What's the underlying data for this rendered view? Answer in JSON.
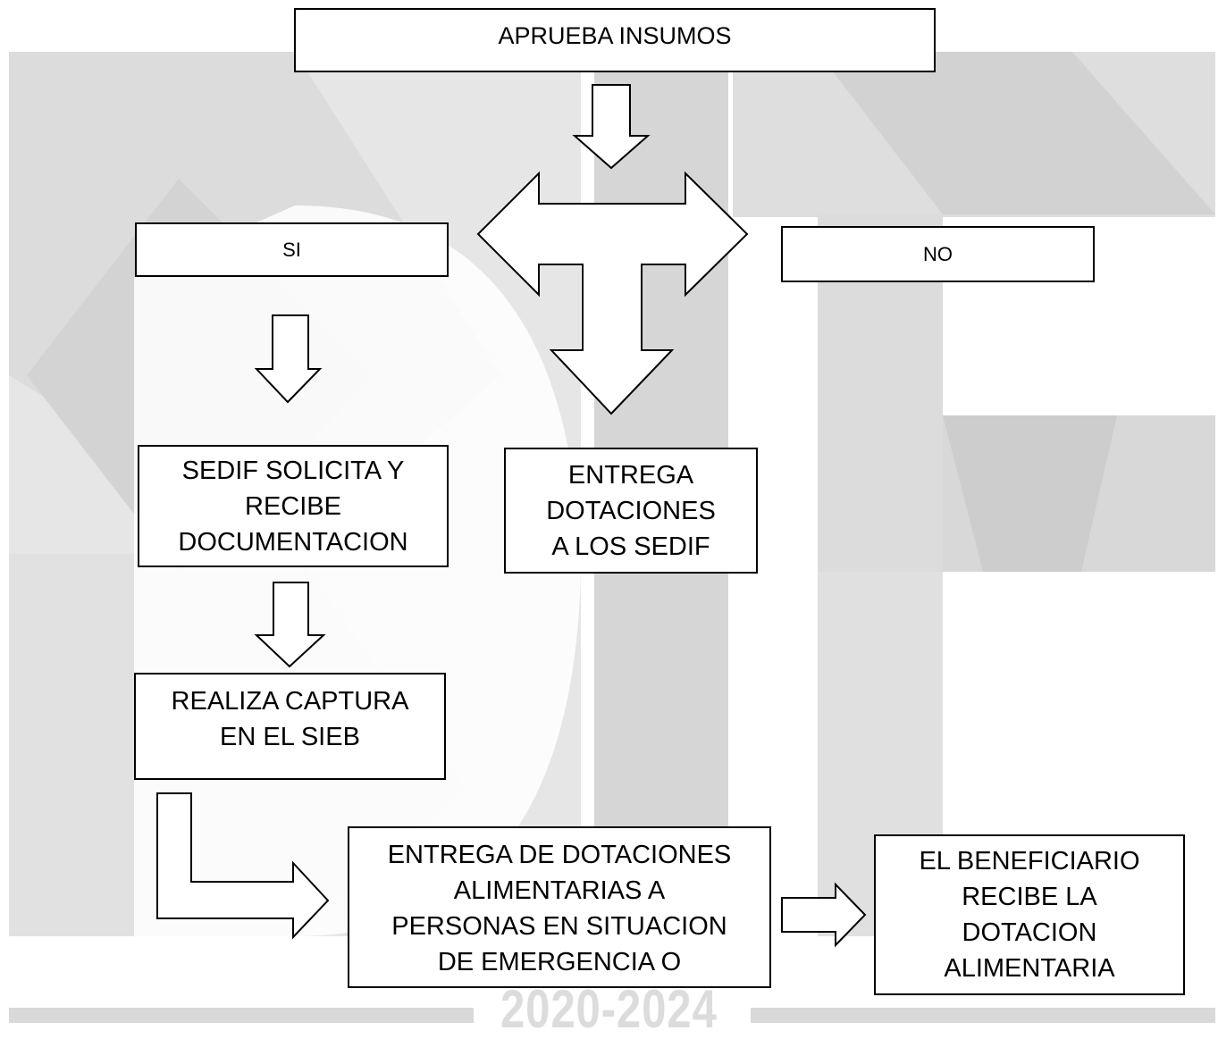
{
  "nodes": {
    "aprueba": "APRUEBA INSUMOS",
    "si": "SI",
    "no": "NO",
    "sedif_solicita": "SEDIF SOLICITA Y\nRECIBE\nDOCUMENTACION",
    "entrega_dotaciones": "ENTREGA\nDOTACIONES\nA LOS SEDIF",
    "realiza_captura": "REALIZA CAPTURA\nEN EL SIEB",
    "entrega_alimentarias": "ENTREGA DE DOTACIONES\nALIMENTARIAS A\nPERSONAS EN SITUACION\nDE EMERGENCIA O",
    "beneficiario": "EL BENEFICIARIO\nRECIBE LA\nDOTACION\nALIMENTARIA"
  },
  "watermark": {
    "year": "2020-2024",
    "colors": {
      "light": "#ececec",
      "mid": "#dedede",
      "dark": "#cfcfcf"
    }
  },
  "colors": {
    "stroke": "#000000",
    "fill": "#ffffff"
  }
}
